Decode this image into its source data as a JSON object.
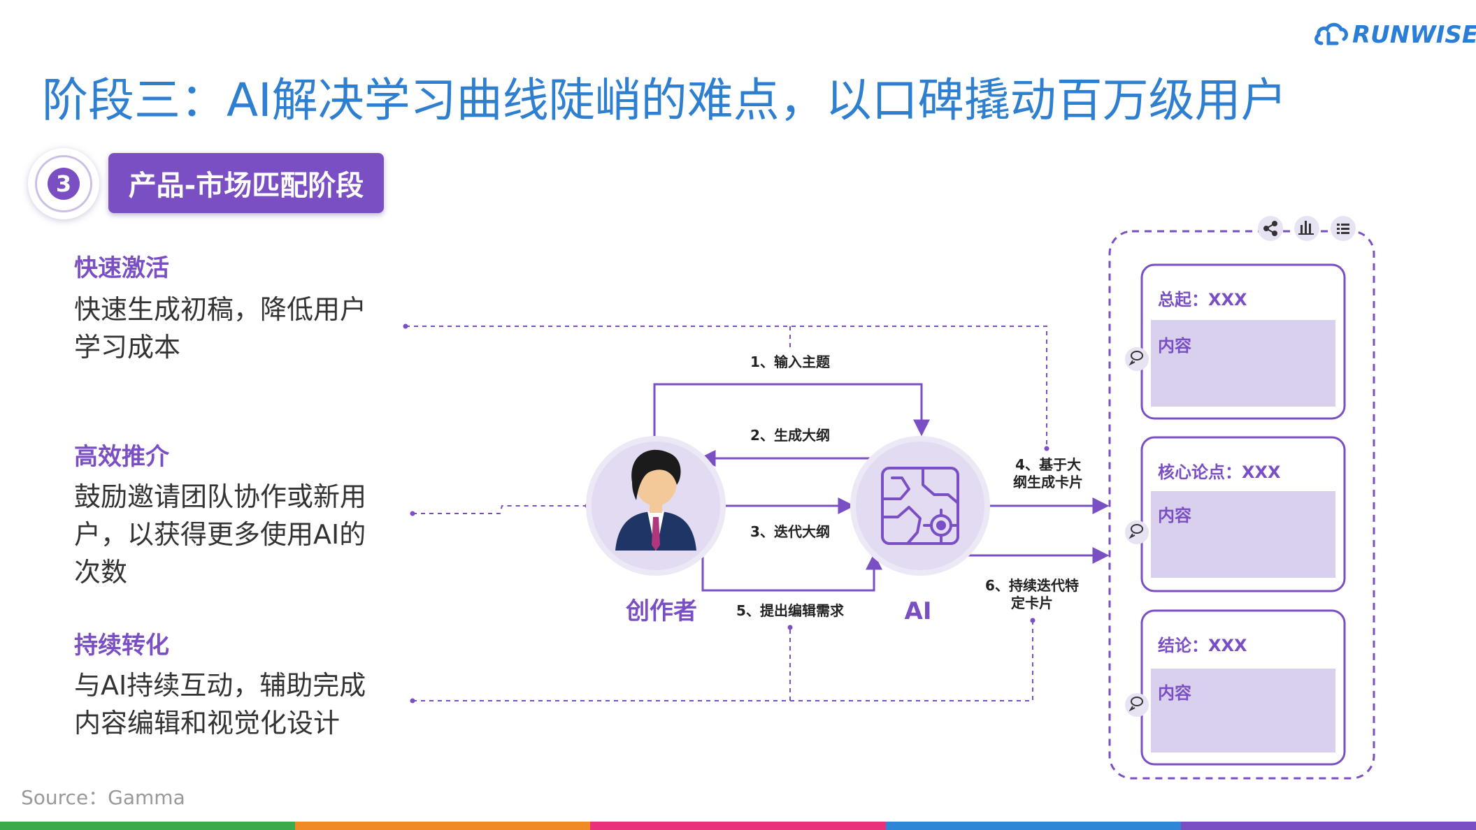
{
  "logo": {
    "text": "RUNWISE",
    "icon": "cloud-logo-icon",
    "color": "#2a7ed6"
  },
  "title": "阶段三：AI解决学习曲线陡峭的难点，以口碑撬动百万级用户",
  "stage": {
    "number": "3",
    "label": "产品-市场匹配阶段"
  },
  "features": [
    {
      "title": "快速激活",
      "desc": "快速生成初稿，降低用户学习成本"
    },
    {
      "title": "高效推介",
      "desc": "鼓励邀请团队协作或新用户，以获得更多使用AI的次数"
    },
    {
      "title": "持续转化",
      "desc": "与AI持续互动，辅助完成内容编辑和视觉化设计"
    }
  ],
  "diagram": {
    "creator_label": "创作者",
    "ai_label": "AI",
    "steps": {
      "s1": "1、输入主题",
      "s2": "2、生成大纲",
      "s3": "3、迭代大纲",
      "s4_line1": "4、基于大",
      "s4_line2": "纲生成卡片",
      "s5": "5、提出编辑需求",
      "s6_line1": "6、持续迭代特",
      "s6_line2": "定卡片"
    },
    "cards": [
      {
        "title": "总起：XXX",
        "content": "内容"
      },
      {
        "title": "核心论点：XXX",
        "content": "内容"
      },
      {
        "title": "结论：XXX",
        "content": "内容"
      }
    ],
    "toolbar_icons": [
      "share-icon",
      "chart-icon",
      "list-icon"
    ],
    "colors": {
      "purple": "#7b4fc4",
      "light_purple": "#d9d0ee",
      "circle_bg": "#e6e0f2"
    }
  },
  "source": "Source：Gamma",
  "bottom_bar_colors": [
    "#3aaa4a",
    "#f08a24",
    "#e8317a",
    "#2e86d6",
    "#7b4fc4"
  ]
}
